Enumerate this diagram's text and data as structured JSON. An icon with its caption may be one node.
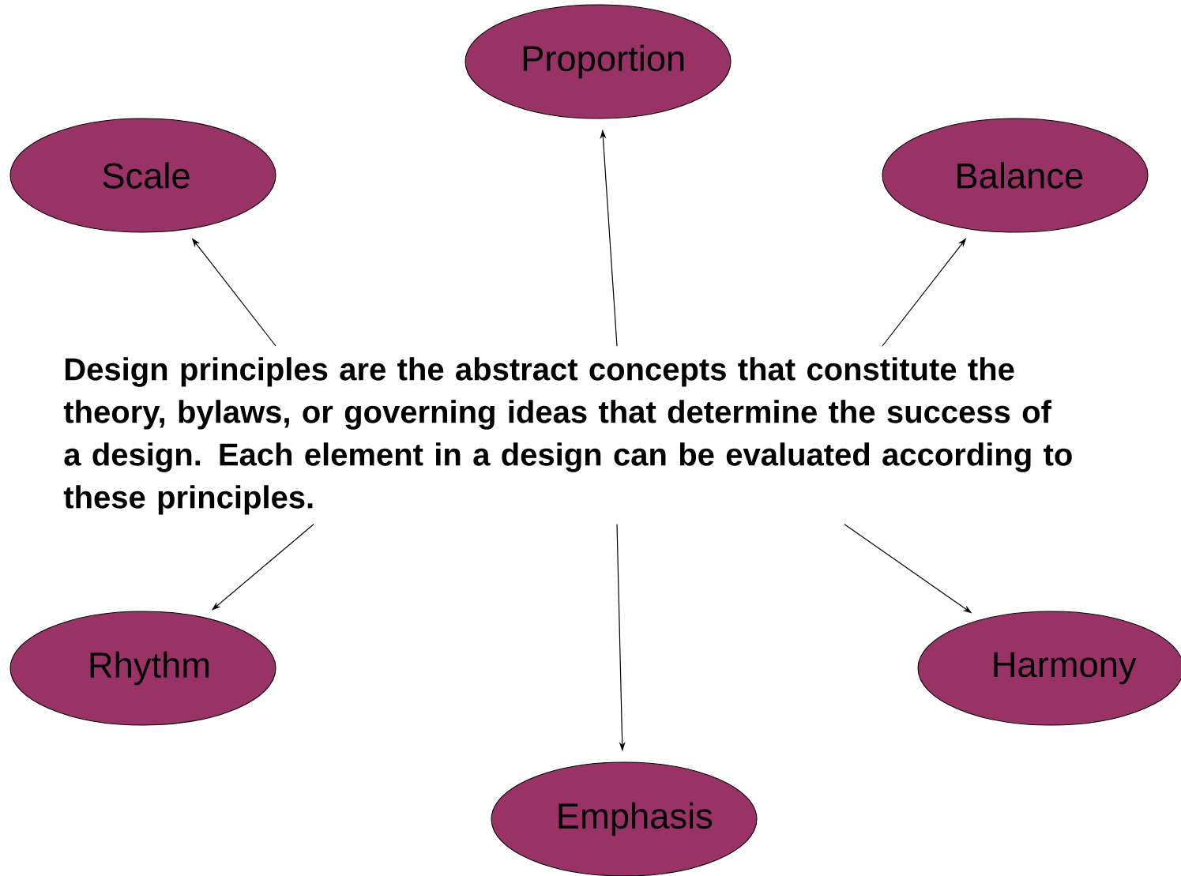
{
  "diagram": {
    "nodes": [
      {
        "text": [
          "Proportion"
        ]
      },
      {
        "text": [
          "Scale"
        ]
      },
      {
        "text": [
          "Balance"
        ]
      },
      {
        "text": [
          "Design principles are the abstract concepts that constitute the theory, bylaws, or governing ideas that determine the success of a design.  Each element in a design can be evaluated according to these principles."
        ]
      },
      {
        "text": [
          "Rhythm"
        ]
      },
      {
        "text": [
          "Emphasis"
        ]
      },
      {
        "text": [
          "Harmony"
        ]
      }
    ],
    "edges": [
      {
        "from": 3,
        "to": 0,
        "arrow": "to"
      },
      {
        "from": 3,
        "to": 1,
        "arrow": "to"
      },
      {
        "from": 3,
        "to": 2,
        "arrow": "to"
      },
      {
        "from": 3,
        "to": 4,
        "arrow": "to"
      },
      {
        "from": 3,
        "to": 5,
        "arrow": "to"
      },
      {
        "from": 3,
        "to": 6,
        "arrow": "to"
      }
    ]
  }
}
